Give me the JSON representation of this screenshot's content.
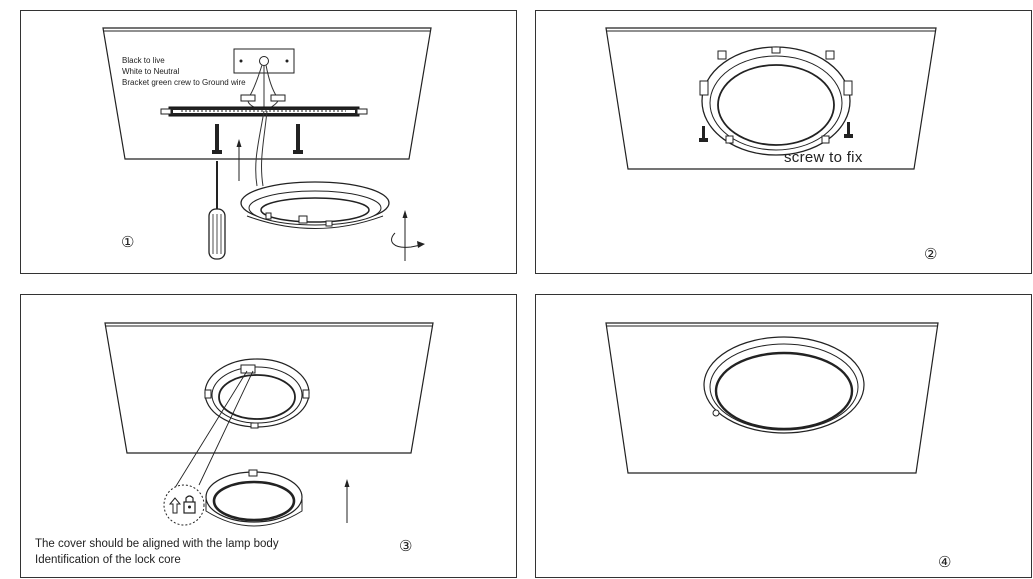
{
  "steps": [
    {
      "number": "①",
      "wiring": [
        "Black to live",
        "White to Neutral",
        "Bracket green crew to Ground wire"
      ]
    },
    {
      "number": "②",
      "label": "screw to fix"
    },
    {
      "number": "③",
      "caption": [
        "The cover should be aligned with the lamp body",
        "Identification of the lock core"
      ]
    },
    {
      "number": "④"
    }
  ]
}
